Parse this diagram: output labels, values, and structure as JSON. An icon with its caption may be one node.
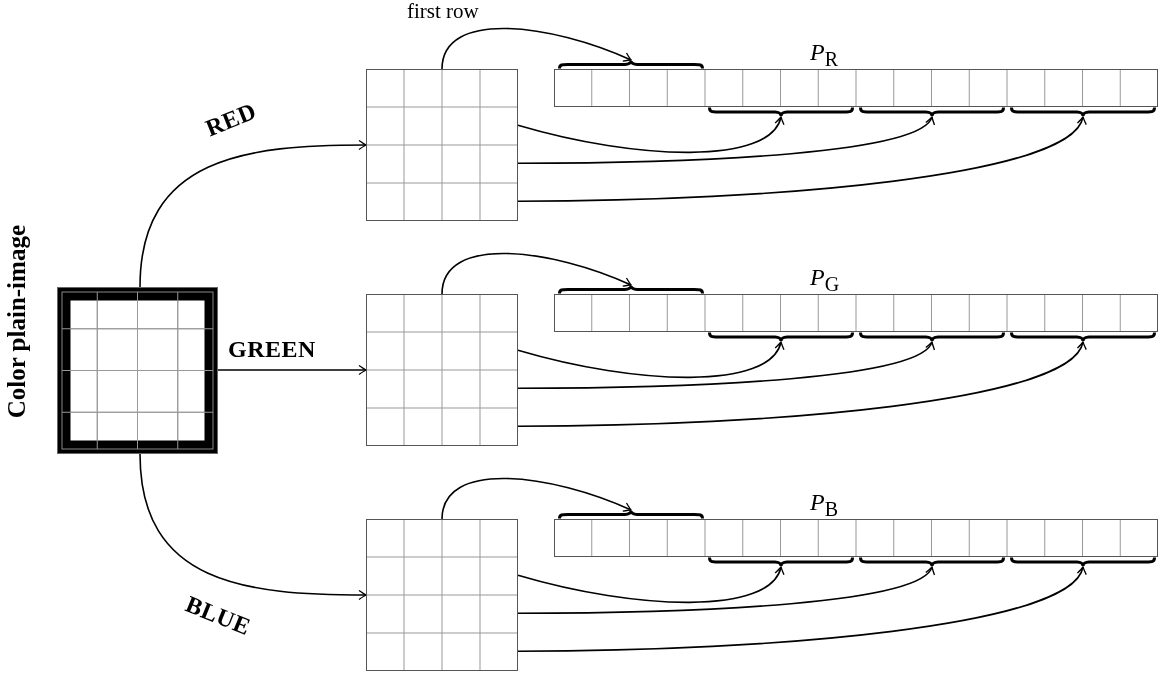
{
  "diagram": {
    "nodes": [
      {
        "text": [],
        "shape": "box"
      },
      {
        "text": [],
        "shape": "box"
      },
      {
        "text": [],
        "shape": "box"
      },
      {
        "text": [],
        "shape": "brace"
      },
      {
        "text": [],
        "shape": "brace"
      },
      {
        "text": [],
        "shape": "brace"
      },
      {
        "text": [],
        "shape": "brace"
      },
      {
        "text": [],
        "shape": "box"
      },
      {
        "text": [],
        "shape": "box"
      },
      {
        "text": [],
        "shape": "brace"
      },
      {
        "text": [],
        "shape": "brace"
      },
      {
        "text": [],
        "shape": "brace"
      },
      {
        "text": [],
        "shape": "brace"
      },
      {
        "text": [],
        "shape": "box"
      },
      {
        "text": [],
        "shape": "box"
      },
      {
        "text": [],
        "shape": "brace"
      },
      {
        "text": [],
        "shape": "brace"
      },
      {
        "text": [],
        "shape": "brace"
      },
      {
        "text": [],
        "shape": "brace"
      }
    ],
    "edges": [
      {
        "from": 0,
        "to": 1,
        "arrow": "to",
        "label": "RED"
      },
      {
        "from": 0,
        "to": 7,
        "arrow": "to",
        "label": "GREEN"
      },
      {
        "from": 0,
        "to": 13,
        "arrow": "to",
        "label": "BLUE"
      },
      {
        "from": 1,
        "to": 3,
        "arrow": "to",
        "label": "first row"
      },
      {
        "from": 1,
        "to": 4,
        "arrow": "to"
      },
      {
        "from": 1,
        "to": 5,
        "arrow": "to"
      },
      {
        "from": 1,
        "to": 6,
        "arrow": "to"
      },
      {
        "from": 7,
        "to": 9,
        "arrow": "to"
      },
      {
        "from": 7,
        "to": 10,
        "arrow": "to"
      },
      {
        "from": 7,
        "to": 11,
        "arrow": "to"
      },
      {
        "from": 7,
        "to": 12,
        "arrow": "to"
      },
      {
        "from": 13,
        "to": 15,
        "arrow": "to"
      },
      {
        "from": 13,
        "to": 16,
        "arrow": "to"
      },
      {
        "from": 13,
        "to": 17,
        "arrow": "to"
      },
      {
        "from": 13,
        "to": 18,
        "arrow": "to"
      }
    ],
    "labels": [
      "Color plain-image",
      "*P*$_{R}$",
      "*P*$_{G}$",
      "*P*$_{B}$"
    ]
  }
}
